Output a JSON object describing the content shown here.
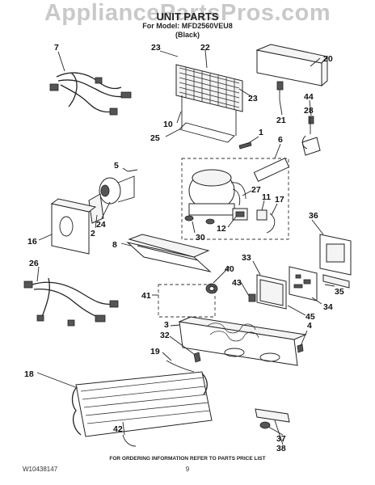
{
  "watermark": "AppliancePartsPros.com",
  "title_line1": "UNIT PARTS",
  "title_line2": "For Model: MFD2560VEU8",
  "title_line3": "(Black)",
  "footer_note": "FOR ORDERING INFORMATION REFER TO PARTS PRICE LIST",
  "doc_number": "W10438147",
  "page_number": "9",
  "callouts": [
    "1",
    "2",
    "3",
    "4",
    "5",
    "6",
    "7",
    "8",
    "10",
    "11",
    "12",
    "16",
    "17",
    "18",
    "19",
    "20",
    "21",
    "22",
    "23",
    "23",
    "24",
    "25",
    "26",
    "27",
    "28",
    "30",
    "32",
    "33",
    "34",
    "35",
    "36",
    "37",
    "38",
    "40",
    "41",
    "42",
    "43",
    "44",
    "45"
  ]
}
